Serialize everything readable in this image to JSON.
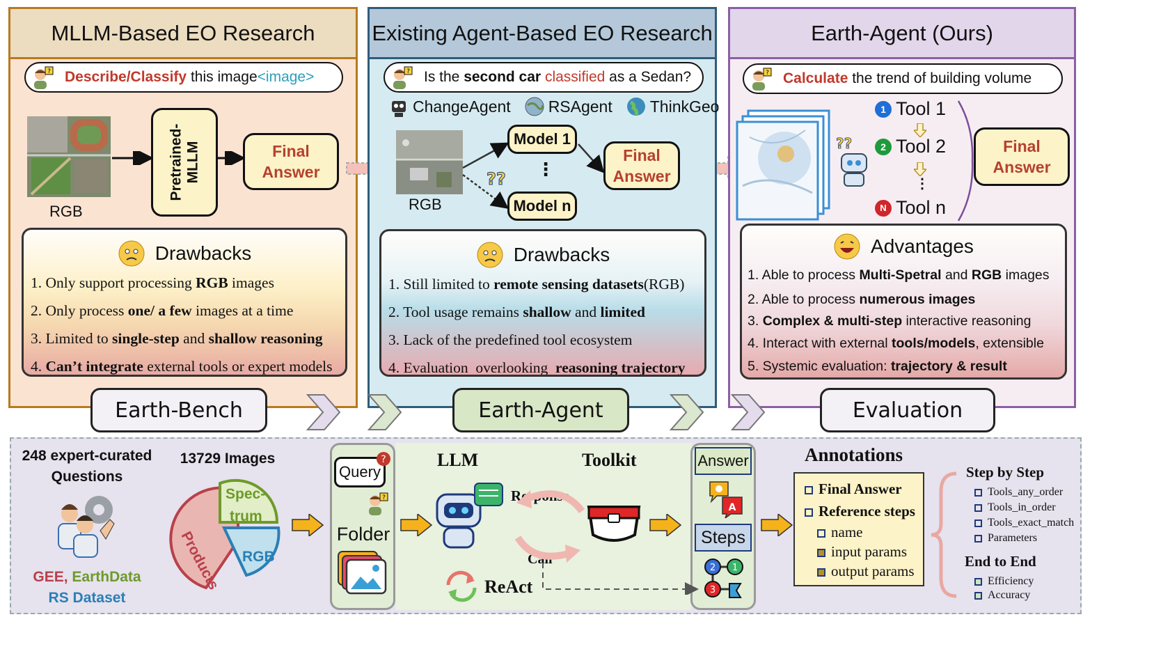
{
  "panels": [
    {
      "title": "MLLM-Based EO Research",
      "question": {
        "highlight": "Describe/Classify",
        "rest": " this image",
        "tag": "<image>"
      },
      "image_label": "RGB",
      "model_label": "Pretrained-MLLM",
      "final_answer": "Final Answer",
      "box_title": "Drawbacks",
      "items": [
        [
          "1. Only support processing ",
          "RGB",
          " images",
          "",
          ""
        ],
        [
          "2. Only process ",
          "one/ a few",
          " images at a time",
          "",
          ""
        ],
        [
          "3. Limited to ",
          "single-step",
          " and ",
          "shallow reasoning",
          ""
        ],
        [
          "4. ",
          "Can’t integrate",
          " external tools or expert models",
          "",
          ""
        ]
      ]
    },
    {
      "title": "Existing Agent-Based EO Research",
      "question": {
        "pre": "Is the ",
        "b1": "second car",
        "mid": " ",
        "highlight": "classified",
        "rest": " as a Sedan?"
      },
      "agents": [
        "ChangeAgent",
        "RSAgent",
        "ThinkGeo"
      ],
      "image_label": "RGB",
      "model1": "Model 1",
      "modeln": "Model n",
      "dots": "⋮",
      "final_answer": "Final Answer",
      "box_title": "Drawbacks",
      "items": [
        [
          "1. Still limited to ",
          "remote sensing datasets",
          "(RGB)",
          "",
          ""
        ],
        [
          "2. Tool usage remains ",
          "shallow",
          " and ",
          "limited",
          ""
        ],
        [
          "3. Lack of the predefined tool ecosystem",
          "",
          "",
          "",
          ""
        ],
        [
          "4. Evaluation  overlooking  ",
          "reasoning trajectory",
          "",
          "",
          ""
        ]
      ]
    },
    {
      "title": "Earth-Agent (Ours)",
      "question": {
        "highlight": "Calculate",
        "rest": " the trend of building volume"
      },
      "tools": [
        {
          "badge": "1",
          "label": "Tool 1"
        },
        {
          "badge": "2",
          "label": "Tool 2"
        },
        {
          "badge": "N",
          "label": "Tool n"
        }
      ],
      "dots": "⋮",
      "final_answer": "Final Answer",
      "box_title": "Advantages",
      "items": [
        [
          "1. Able to process ",
          "Multi-Spetral",
          " and ",
          "RGB",
          " images"
        ],
        [
          "2. Able to process ",
          "numerous images",
          "",
          "",
          ""
        ],
        [
          "3. ",
          "Complex & multi-step",
          " interactive reasoning",
          "",
          ""
        ],
        [
          "4. Interact with external ",
          "tools/models",
          ", extensible",
          "",
          ""
        ],
        [
          "5. Systemic evaluation: ",
          "trajectory & result",
          "",
          "",
          ""
        ]
      ]
    }
  ],
  "stages": [
    "Earth-Bench",
    "Earth-Agent",
    "Evaluation"
  ],
  "bottom": {
    "questions": "248 expert-curated Questions",
    "images_title": "13729 Images",
    "pie": [
      "Products",
      "Spec-trum",
      "RGB"
    ],
    "sources": {
      "a": "GEE",
      "b": "EarthData",
      "c": "RS Dataset"
    },
    "query": "Query",
    "folder": "Folder",
    "llm": "LLM",
    "toolkit": "Toolkit",
    "response": "Response",
    "call": "Call",
    "react": "ReAct",
    "answer": "Answer",
    "steps": "Steps",
    "annotations": {
      "title": "Annotations",
      "final_answer": "Final Answer",
      "reference_steps": "Reference steps",
      "sub": [
        "name",
        "input params",
        "output params"
      ]
    },
    "step_by_step": {
      "title": "Step by Step",
      "items": [
        "Tools_any_order",
        "Tools_in_order",
        "Tools_exact_match",
        "Parameters"
      ]
    },
    "end_to_end": {
      "title": "End to End",
      "items": [
        "Efficiency",
        "Accuracy"
      ]
    }
  },
  "colors": {
    "panel1": "#b87a1e",
    "panel2": "#2f5d7a",
    "panel3": "#8b5fa5",
    "highlight_red": "#c0392b",
    "accent_cyan": "#2a9fbd",
    "answer_bg": "#fdf3c8"
  }
}
